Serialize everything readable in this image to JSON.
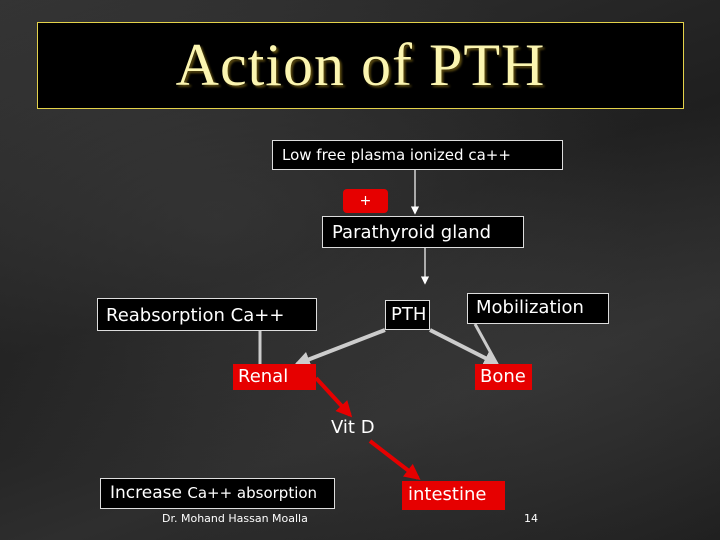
{
  "title": "Action of PTH",
  "nodes": {
    "low_calcium": "Low free plasma ionized ca++",
    "stimulus": "+",
    "parathyroid": "Parathyroid gland",
    "reabsorption": "Reabsorption Ca++",
    "pth": "PTH",
    "mobilization": "Mobilization",
    "renal": "Renal",
    "bone": "Bone",
    "vit_d": "Vit D",
    "increase_lead": "Increase ",
    "increase_rest": "Ca++ absorption",
    "intestine": "intestine"
  },
  "footer": {
    "author": "Dr. Mohand Hassan Moalla",
    "page_number": "14"
  },
  "colors": {
    "title_text": "#fbf5b0",
    "title_border": "#e4d24a",
    "box_red": "#e60000",
    "arrow_gray": "#cccccc"
  }
}
